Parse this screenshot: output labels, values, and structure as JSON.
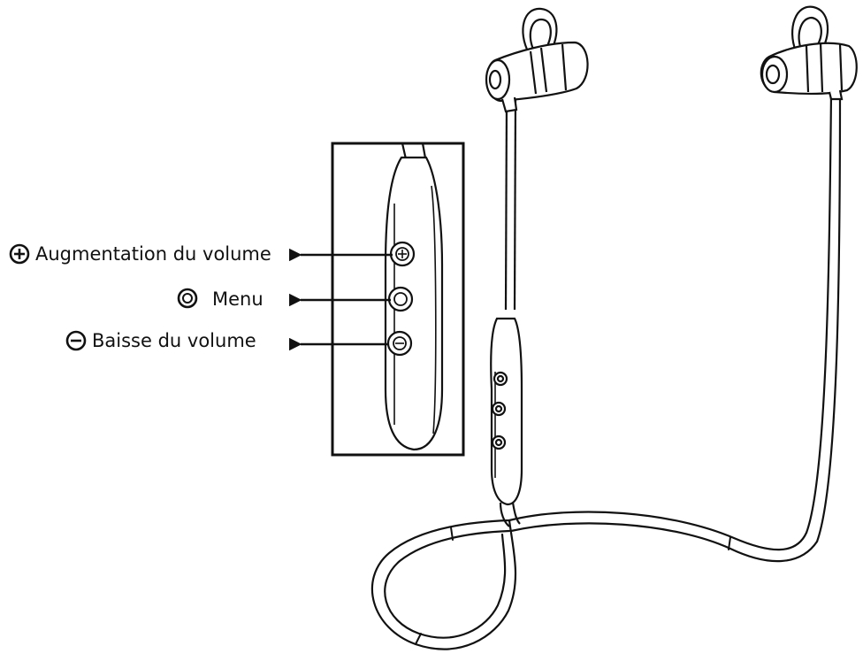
{
  "labels": {
    "volume_up": "Augmentation du volume",
    "menu": "Menu",
    "volume_down": "Baisse du volume"
  },
  "icons": {
    "volume_up": "plus-circle-icon",
    "menu": "menu-ring-icon",
    "volume_down": "minus-circle-icon"
  },
  "colors": {
    "line": "#111111",
    "background": "#ffffff"
  }
}
